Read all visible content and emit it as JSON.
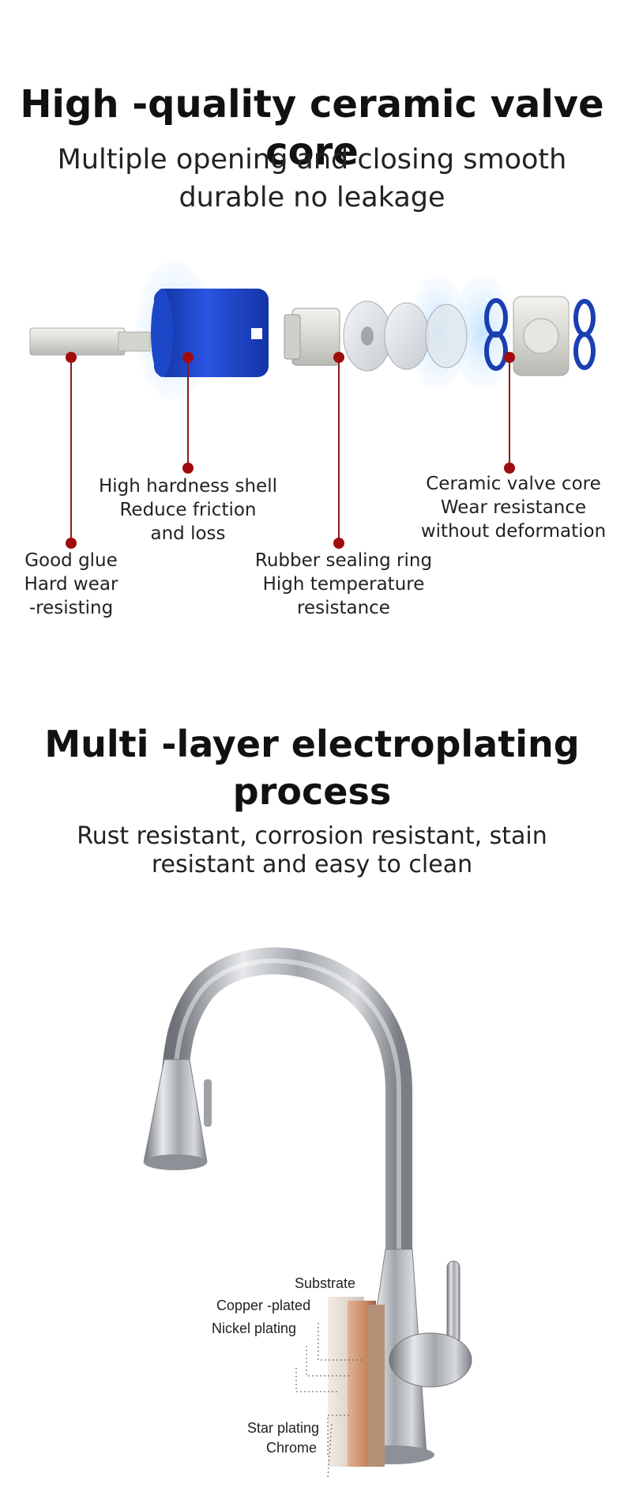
{
  "section1": {
    "title": "High -quality ceramic valve core",
    "subtitle_line1": "Multiple opening and closing smooth",
    "subtitle_line2": "durable no leakage",
    "callouts": {
      "glue": [
        "Good glue",
        "Hard wear",
        "-resisting"
      ],
      "shell": [
        "High hardness shell",
        "Reduce friction",
        "and loss"
      ],
      "rubber": [
        "Rubber sealing ring",
        "High temperature",
        "resistance"
      ],
      "ceramic": [
        "Ceramic valve core",
        "Wear resistance",
        "without deformation"
      ]
    },
    "colors": {
      "accent": "#a00c0c",
      "shell_blue": "#1a44c8",
      "oring_blue": "#1b3fb0"
    }
  },
  "section2": {
    "title_line1": "Multi -layer electroplating",
    "title_line2": "process",
    "subtitle_line1": "Rust resistant, corrosion resistant, stain",
    "subtitle_line2": "resistant and easy to clean",
    "layers": {
      "substrate": "Substrate",
      "copper": "Copper -plated",
      "nickel": "Nickel plating",
      "star": "Star plating",
      "chrome": "Chrome"
    },
    "colors": {
      "copper": "#c98a66",
      "chrome": "#b8bcc2"
    }
  }
}
